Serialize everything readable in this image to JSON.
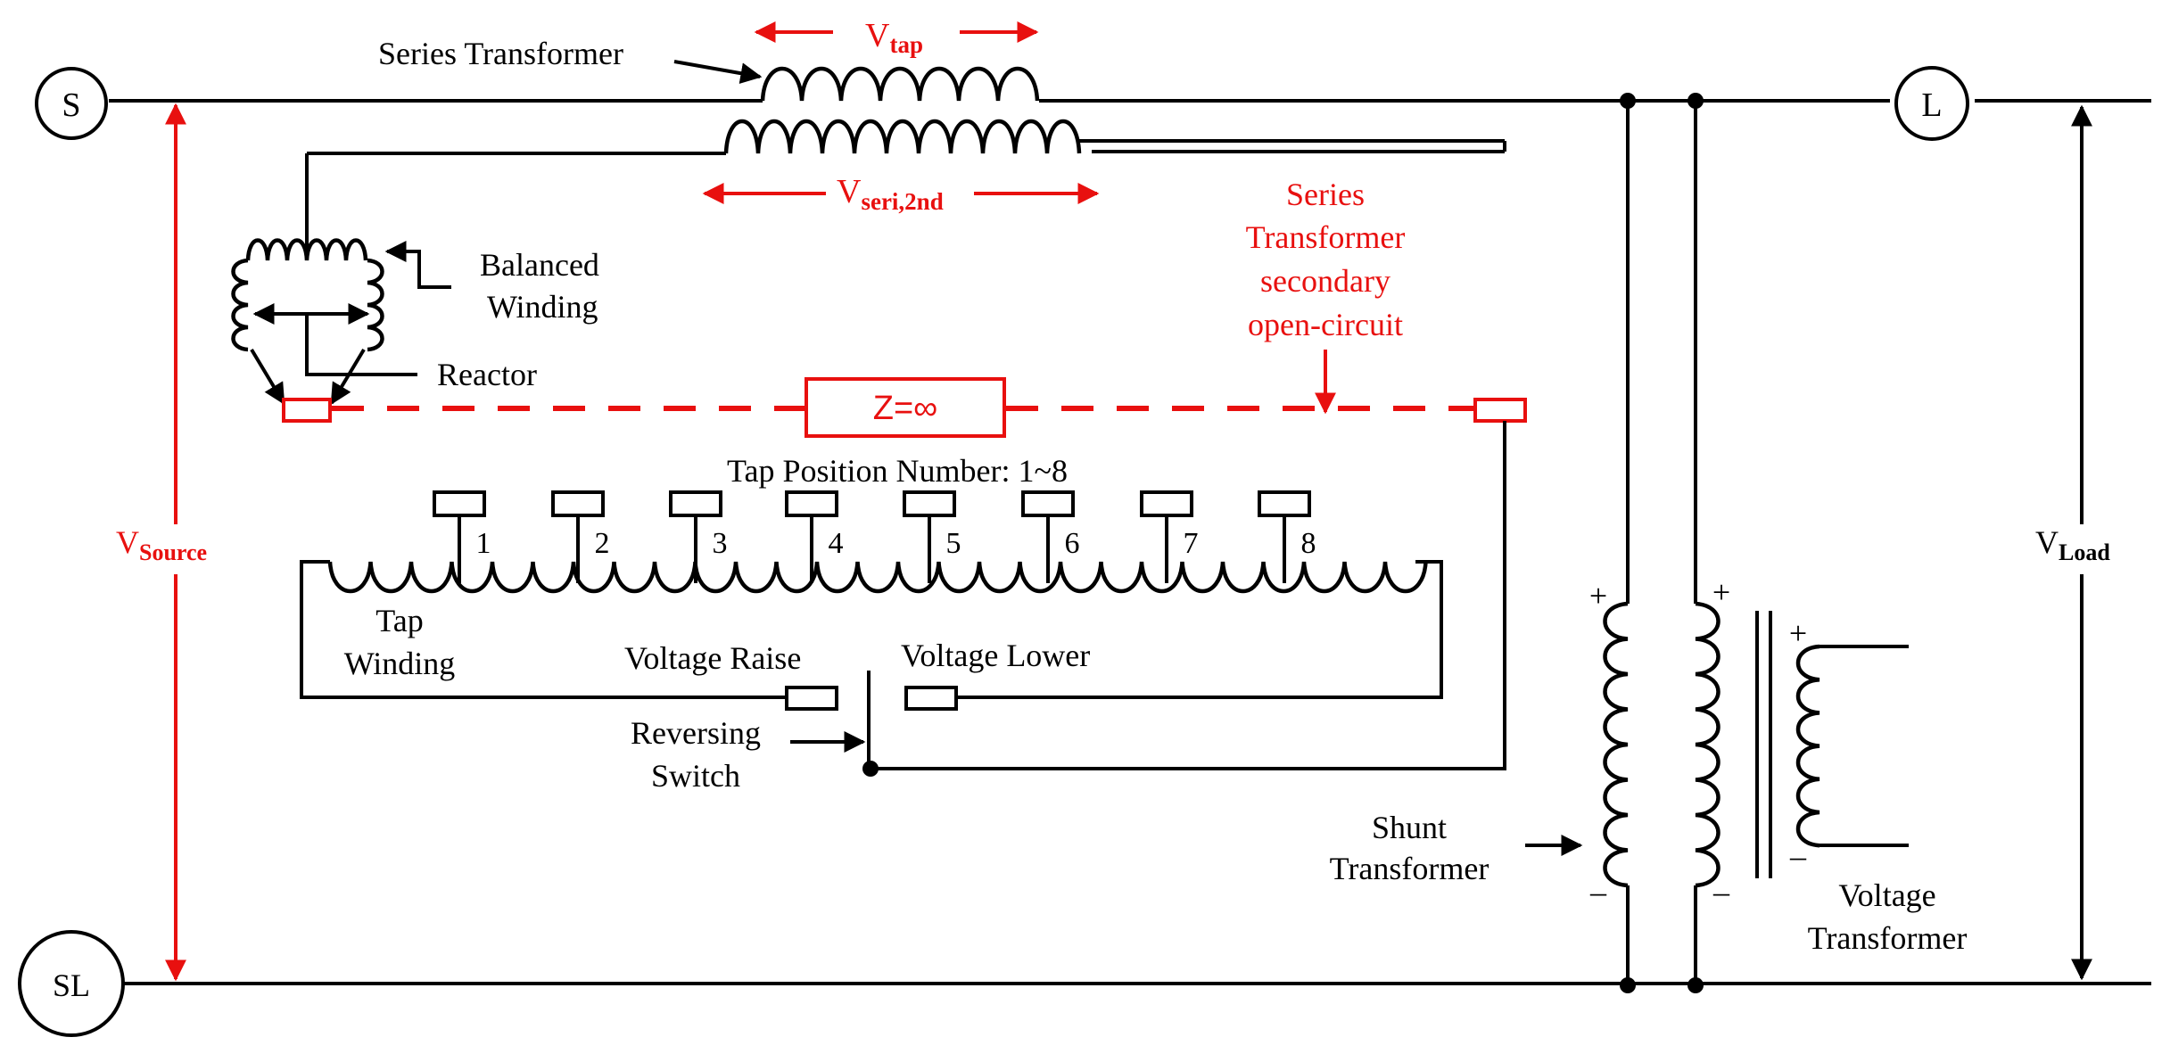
{
  "nodes": {
    "source": "S",
    "load": "L",
    "source_return": "SL"
  },
  "labels": {
    "series_transformer": "Series Transformer",
    "v_tap_main": "V",
    "v_tap_sub": "tap",
    "v_seri_main": "V",
    "v_seri_sub": "seri,2nd",
    "v_source_main": "V",
    "v_source_sub": "Source",
    "v_load_main": "V",
    "v_load_sub": "Load",
    "balanced_winding": [
      "Balanced",
      "Winding"
    ],
    "reactor": "Reactor",
    "impedance": "Z=∞",
    "open_circuit_note": [
      "Series",
      "Transformer",
      "secondary",
      "open-circuit"
    ],
    "tap_position": "Tap Position Number: 1~8",
    "tap_numbers": [
      "1",
      "2",
      "3",
      "4",
      "5",
      "6",
      "7",
      "8"
    ],
    "tap_winding": [
      "Tap",
      "Winding"
    ],
    "voltage_raise": "Voltage Raise",
    "voltage_lower": "Voltage Lower",
    "reversing_switch": [
      "Reversing",
      "Switch"
    ],
    "shunt_transformer": [
      "Shunt",
      "Transformer"
    ],
    "voltage_transformer": [
      "Voltage",
      "Transformer"
    ],
    "plus": "+",
    "minus": "–"
  },
  "colors": {
    "wire": "#000000",
    "highlight": "#e8100f",
    "background": "#ffffff"
  }
}
